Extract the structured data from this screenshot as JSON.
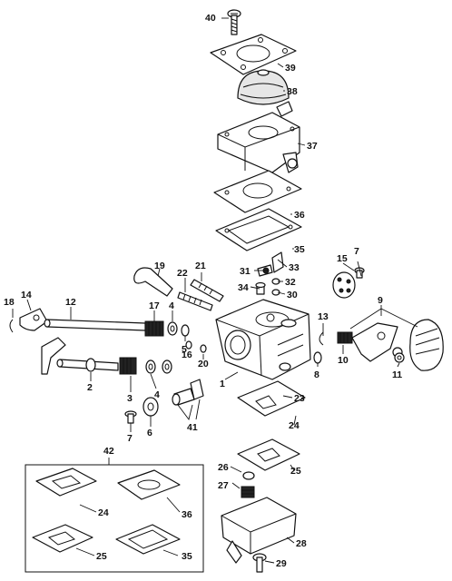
{
  "callouts": [
    {
      "id": "c40",
      "text": "40"
    },
    {
      "id": "c39",
      "text": "39"
    },
    {
      "id": "c38",
      "text": "38"
    },
    {
      "id": "c37",
      "text": "37"
    },
    {
      "id": "c36a",
      "text": "36"
    },
    {
      "id": "c35a",
      "text": "35"
    },
    {
      "id": "c33",
      "text": "33"
    },
    {
      "id": "c32",
      "text": "32"
    },
    {
      "id": "c31",
      "text": "31"
    },
    {
      "id": "c34",
      "text": "34"
    },
    {
      "id": "c30",
      "text": "30"
    },
    {
      "id": "c15",
      "text": "15"
    },
    {
      "id": "c7a",
      "text": "7"
    },
    {
      "id": "c9",
      "text": "9"
    },
    {
      "id": "c13",
      "text": "13"
    },
    {
      "id": "c10",
      "text": "10"
    },
    {
      "id": "c11",
      "text": "11"
    },
    {
      "id": "c8",
      "text": "8"
    },
    {
      "id": "c19",
      "text": "19"
    },
    {
      "id": "c22",
      "text": "22"
    },
    {
      "id": "c21",
      "text": "21"
    },
    {
      "id": "c18",
      "text": "18"
    },
    {
      "id": "c14",
      "text": "14"
    },
    {
      "id": "c12",
      "text": "12"
    },
    {
      "id": "c17",
      "text": "17"
    },
    {
      "id": "c4a",
      "text": "4"
    },
    {
      "id": "c5",
      "text": "5"
    },
    {
      "id": "c16",
      "text": "16"
    },
    {
      "id": "c20",
      "text": "20"
    },
    {
      "id": "c1",
      "text": "1"
    },
    {
      "id": "c2",
      "text": "2"
    },
    {
      "id": "c3",
      "text": "3"
    },
    {
      "id": "c4b",
      "text": "4"
    },
    {
      "id": "c7b",
      "text": "7"
    },
    {
      "id": "c6",
      "text": "6"
    },
    {
      "id": "c41",
      "text": "41"
    },
    {
      "id": "c23",
      "text": "23"
    },
    {
      "id": "c24a",
      "text": "24"
    },
    {
      "id": "c25a",
      "text": "25"
    },
    {
      "id": "c26",
      "text": "26"
    },
    {
      "id": "c27",
      "text": "27"
    },
    {
      "id": "c28",
      "text": "28"
    },
    {
      "id": "c29",
      "text": "29"
    },
    {
      "id": "c42",
      "text": "42"
    },
    {
      "id": "c24b",
      "text": "24"
    },
    {
      "id": "c36b",
      "text": "36"
    },
    {
      "id": "c25b",
      "text": "25"
    },
    {
      "id": "c35b",
      "text": "35"
    }
  ]
}
